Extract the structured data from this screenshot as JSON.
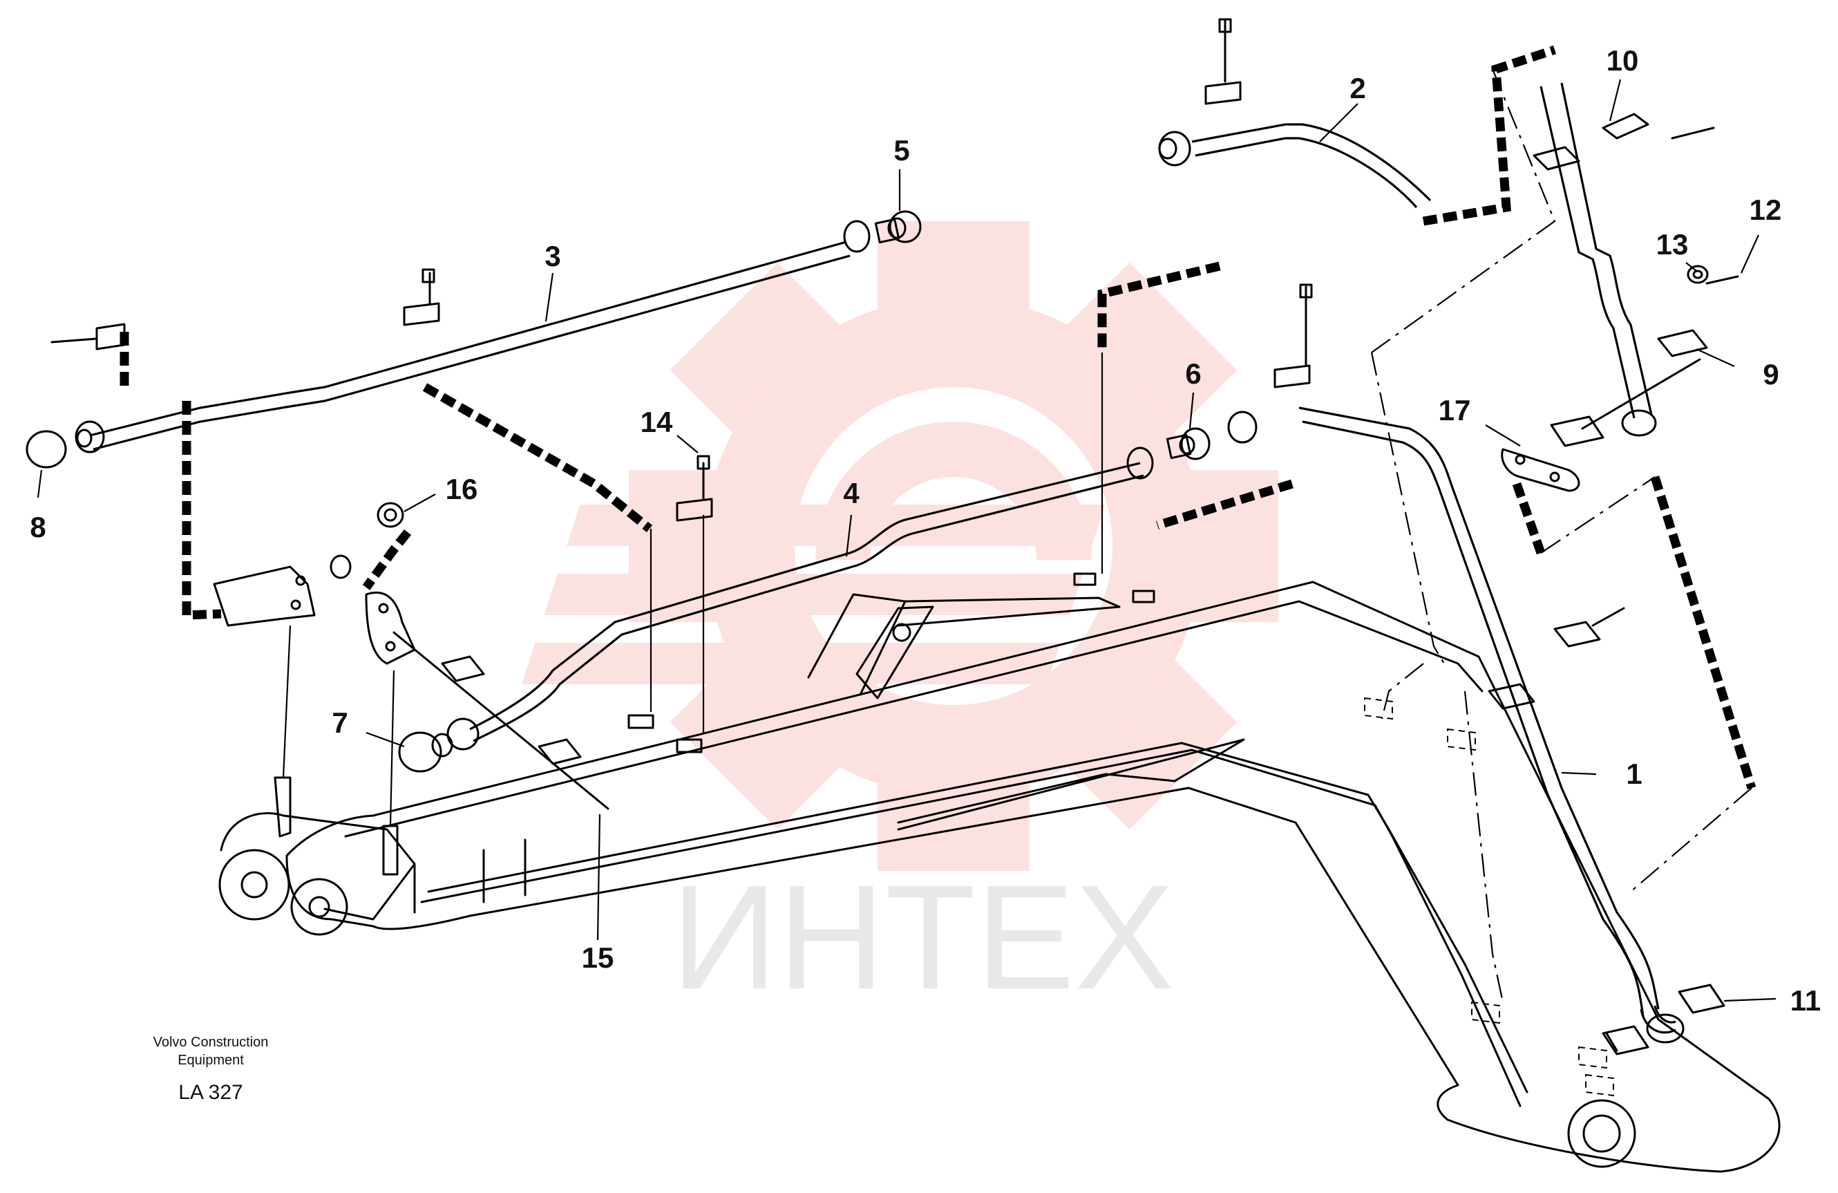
{
  "callouts": [
    {
      "id": "1",
      "label": "1"
    },
    {
      "id": "2",
      "label": "2"
    },
    {
      "id": "3",
      "label": "3"
    },
    {
      "id": "4",
      "label": "4"
    },
    {
      "id": "5",
      "label": "5"
    },
    {
      "id": "6",
      "label": "6"
    },
    {
      "id": "7",
      "label": "7"
    },
    {
      "id": "8",
      "label": "8"
    },
    {
      "id": "9",
      "label": "9"
    },
    {
      "id": "10",
      "label": "10"
    },
    {
      "id": "11",
      "label": "11"
    },
    {
      "id": "12",
      "label": "12"
    },
    {
      "id": "13",
      "label": "13"
    },
    {
      "id": "14",
      "label": "14"
    },
    {
      "id": "15",
      "label": "15"
    },
    {
      "id": "16",
      "label": "16"
    },
    {
      "id": "17",
      "label": "17"
    }
  ],
  "footer": {
    "maker_line1": "Volvo Construction",
    "maker_line2": "Equipment",
    "drawing_code": "LA 327"
  },
  "watermark": {
    "text": "ИНТЕХ",
    "color": "#e8423f"
  }
}
